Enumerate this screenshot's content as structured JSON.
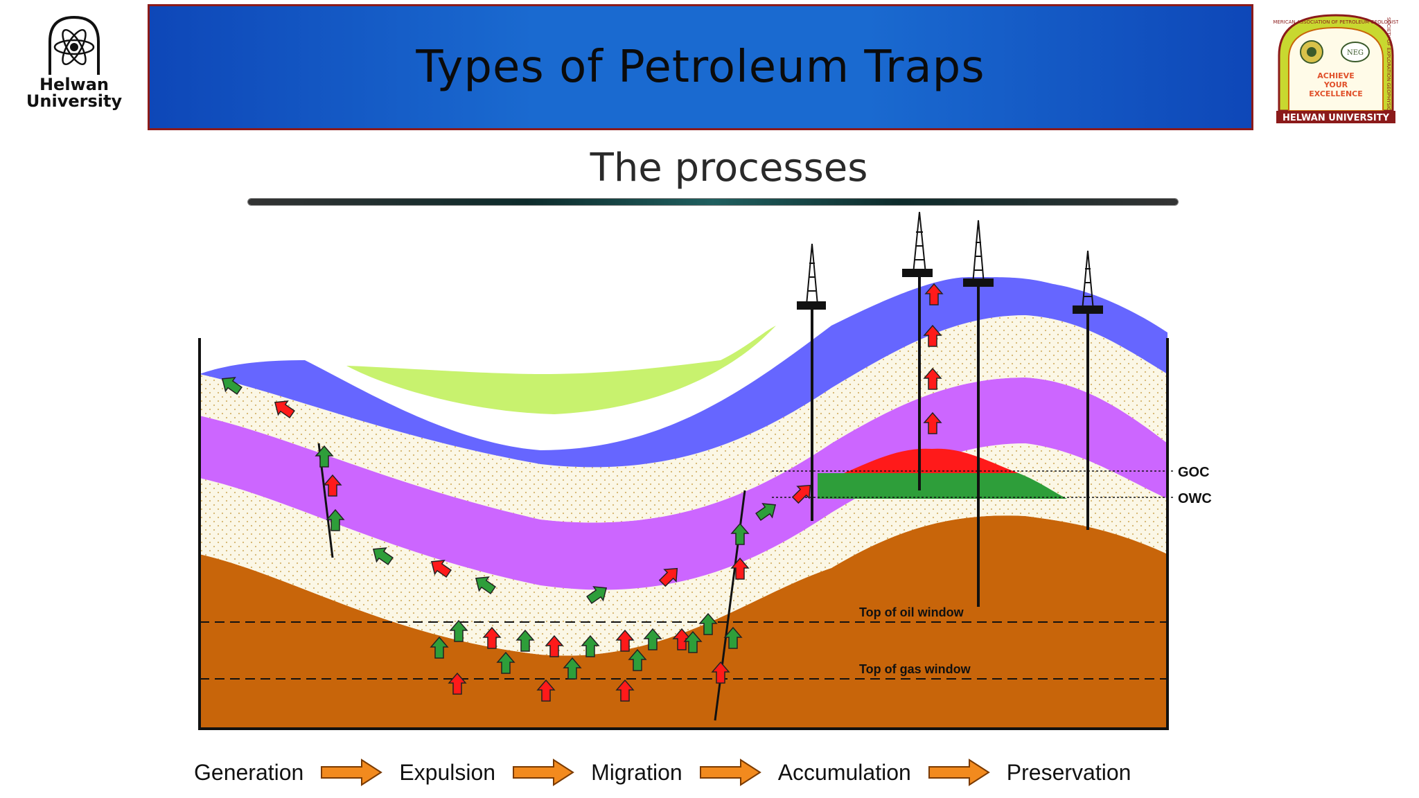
{
  "header": {
    "title": "Types of Petroleum Traps",
    "subtitle": "The processes"
  },
  "logos": {
    "left_text_line1": "Helwan",
    "left_text_line2": "University",
    "right_top_arc": "AMERICAN ASSOCIATION OF PETROLEUM GEOLOGISTS",
    "right_side_arc": "SOCIETY OF EXPLORATION GEOPHYSICISTS",
    "right_motto_1": "ACHIEVE",
    "right_motto_2": "YOUR",
    "right_motto_3": "EXCELLENCE",
    "right_emblem": "NEG",
    "right_bottom": "HELWAN UNIVERSITY"
  },
  "diagram": {
    "contact_labels": {
      "goc": "GOC",
      "owc": "OWC"
    },
    "window_labels": {
      "oil": "Top of oil window",
      "gas": "Top of gas window"
    },
    "colors": {
      "top_green": "#c8f26e",
      "seal_blue": "#6666ff",
      "reservoir_sand": "#fbf7e6",
      "seal_purple": "#cc66ff",
      "source_orange": "#c8650a",
      "gas": "#ff1a1a",
      "oil": "#2e9e3a",
      "arrow_red": "#ff1a1a",
      "arrow_green": "#2e9e3a"
    }
  },
  "processes": {
    "steps": [
      "Generation",
      "Expulsion",
      "Migration",
      "Accumulation",
      "Preservation"
    ],
    "arrow_color": "#f28a1e"
  }
}
